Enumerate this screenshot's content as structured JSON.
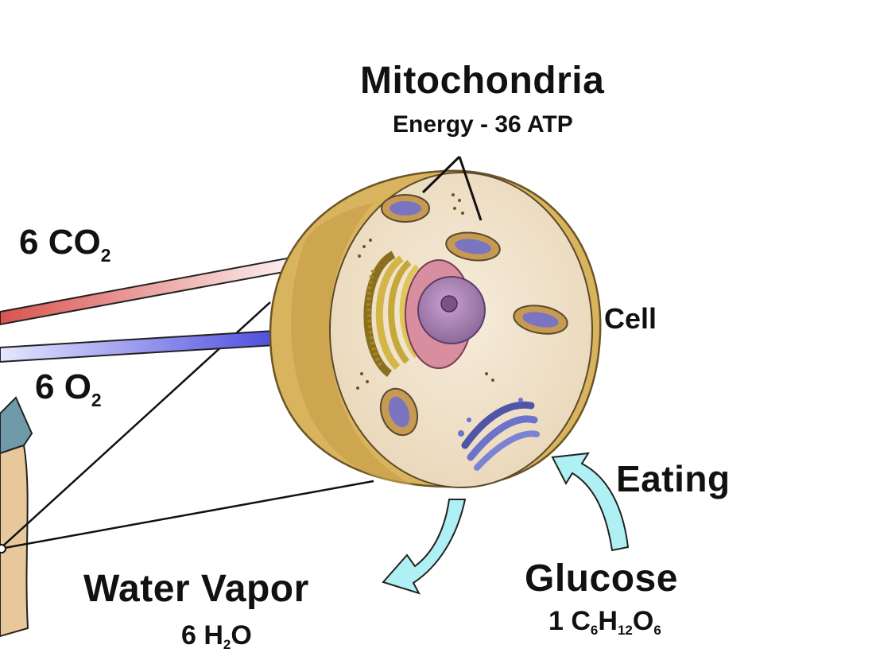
{
  "labels": {
    "mitochondria": "Mitochondria",
    "energy": "Energy - 36 ATP",
    "cell": "Cell",
    "eating": "Eating",
    "glucose": "Glucose",
    "water_vapor": "Water Vapor",
    "co2": {
      "coef": "6 CO",
      "sub": "2"
    },
    "o2": {
      "coef": "6 O",
      "sub": "2"
    },
    "h2o": {
      "a": "6 H",
      "sub1": "2",
      "b": "O"
    },
    "glucose_formula": {
      "a": "1 C",
      "s1": "6",
      "b": "H",
      "s2": "12",
      "c": "O",
      "s3": "6"
    }
  },
  "colors": {
    "co2_arrow": "#d9534f",
    "o2_arrow": "#3a3ad6",
    "flow_arrow": "#aef0f4",
    "cell_wall": "#d9b45e",
    "cytoplasm": "#f2e6d2",
    "nucleus": "#a77fb0",
    "golgi": "#6d73c9",
    "er": "#c6a83a",
    "skin": "#e8c89a",
    "shirt": "#6f9aa8"
  }
}
